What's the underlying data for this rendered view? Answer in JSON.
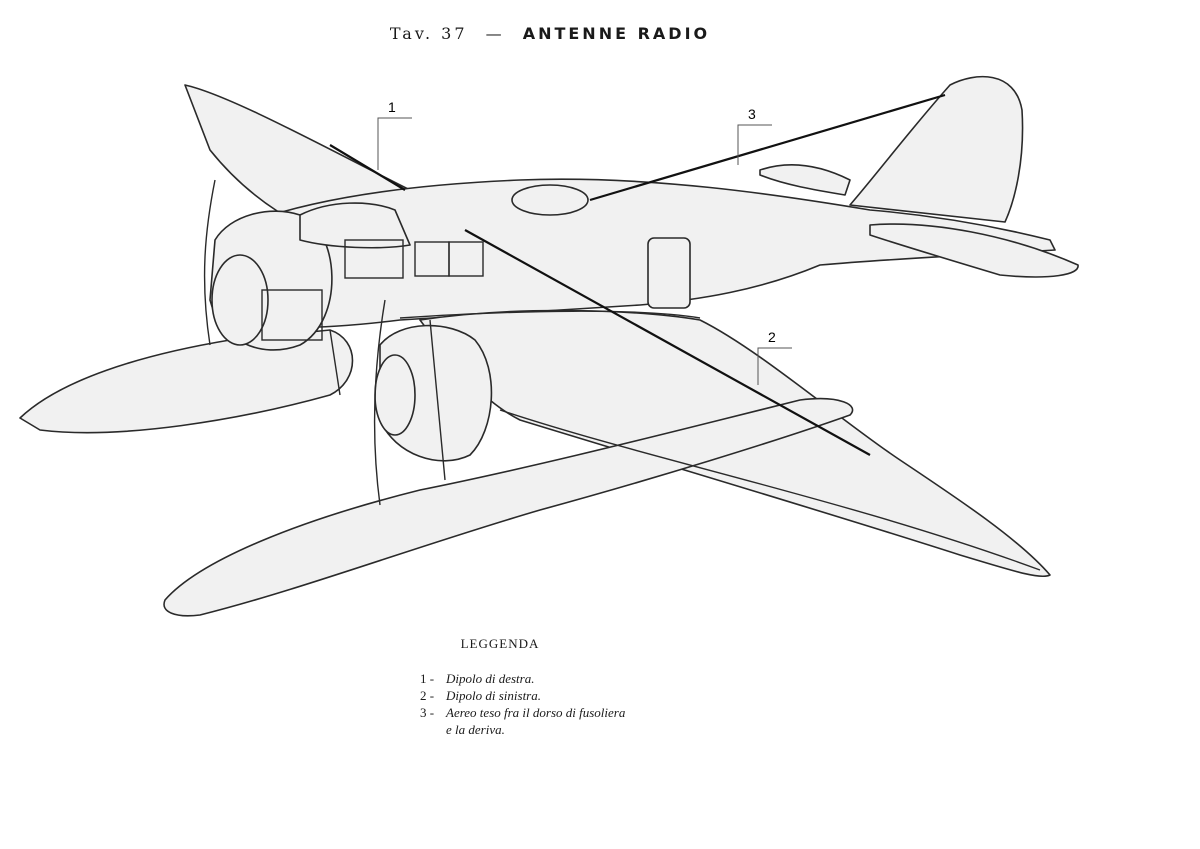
{
  "title": {
    "plate": "Tav. 37",
    "separator": "—",
    "subject": "ANTENNE RADIO"
  },
  "callouts": [
    "1",
    "2",
    "3"
  ],
  "legend": {
    "heading": "LEGGENDA",
    "items": [
      {
        "num": "1 -",
        "text": "Dipolo di destra."
      },
      {
        "num": "2 -",
        "text": "Dipolo di sinistra."
      },
      {
        "num": "3 -",
        "text": "Aereo teso fra il dorso di fusoliera"
      },
      {
        "num": "",
        "text": "e la deriva."
      }
    ]
  }
}
